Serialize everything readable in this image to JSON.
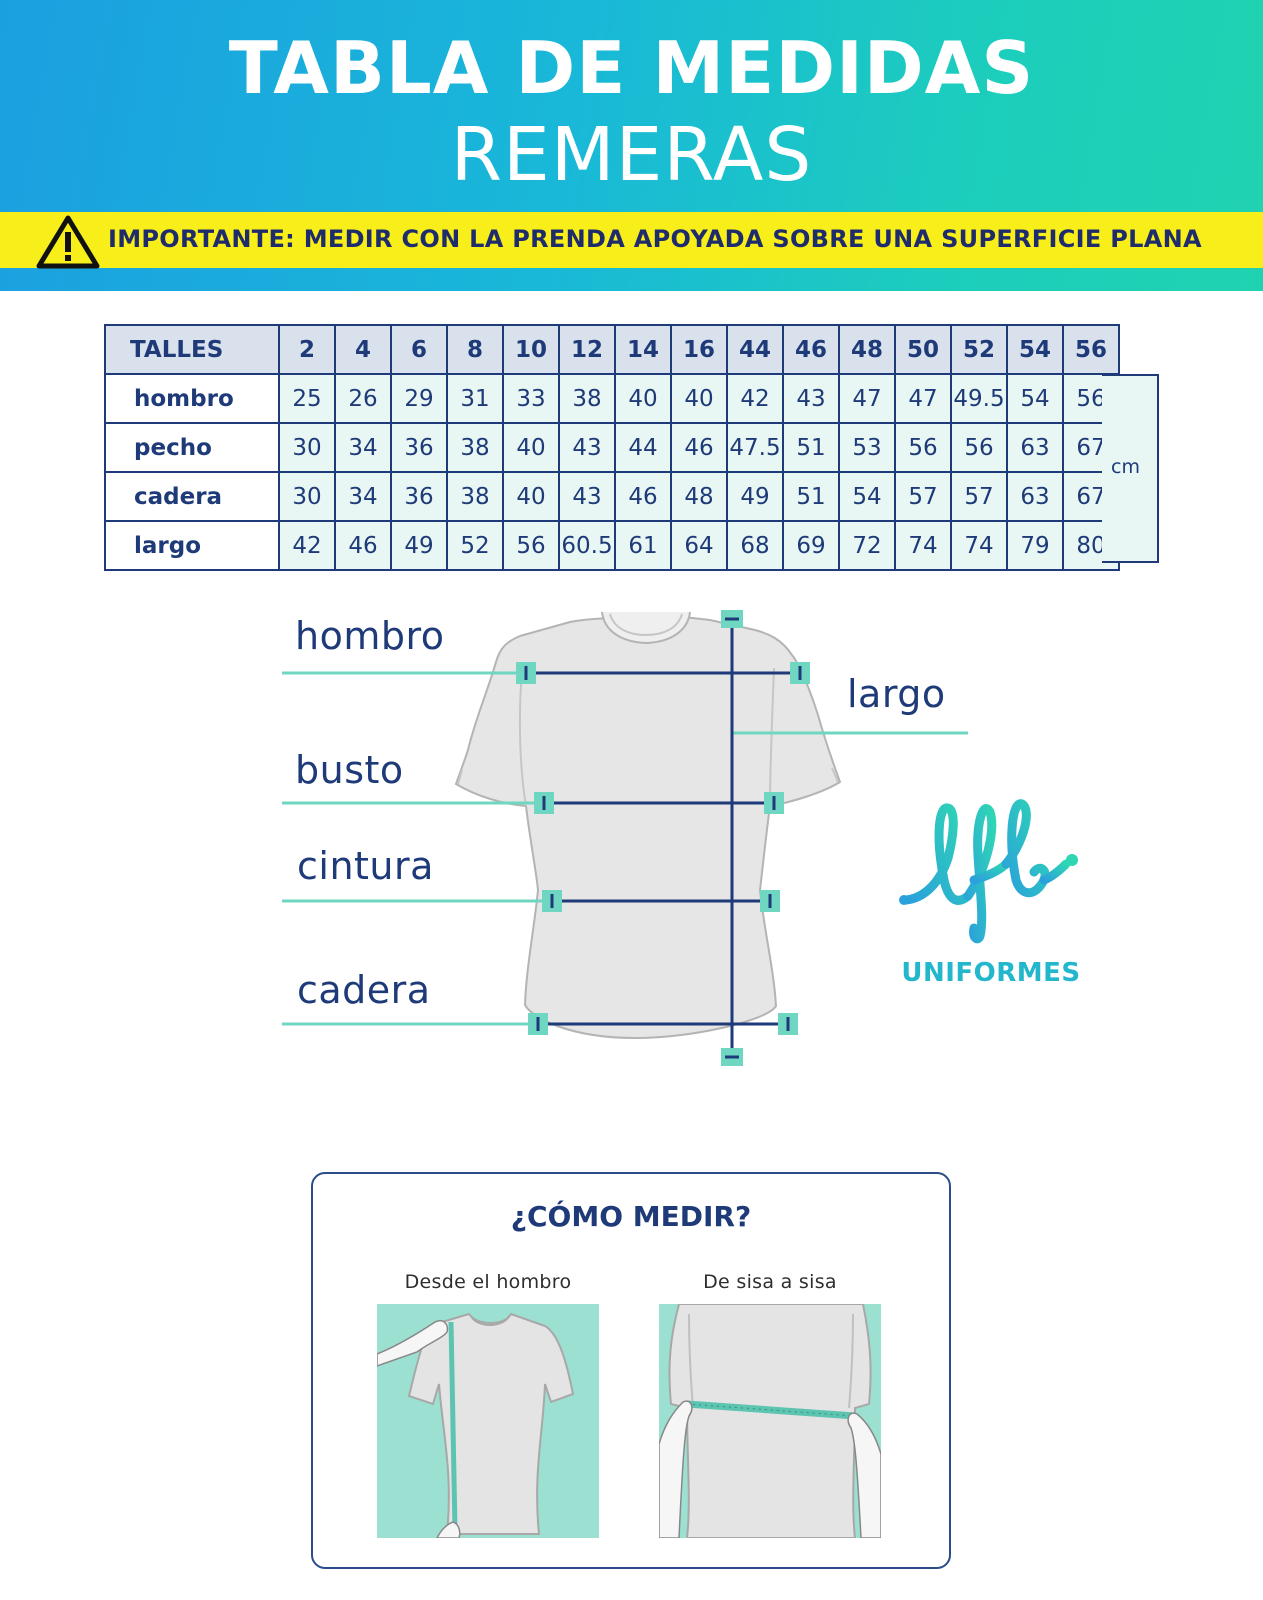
{
  "header": {
    "title_line1": "TABLA DE MEDIDAS",
    "title_line2": "REMERAS",
    "warning": "IMPORTANTE: MEDIR CON LA PRENDA APOYADA SOBRE UNA SUPERFICIE PLANA",
    "warning_icon": "warning-triangle-icon",
    "gradient_start": "#1b9fe0",
    "gradient_end": "#20d3b0",
    "warning_bg": "#f7ee1a"
  },
  "table": {
    "header_label": "TALLES",
    "sizes": [
      "2",
      "4",
      "6",
      "8",
      "10",
      "12",
      "14",
      "16",
      "44",
      "46",
      "48",
      "50",
      "52",
      "54",
      "56"
    ],
    "unit": "cm",
    "rows": [
      {
        "label": "hombro",
        "values": [
          "25",
          "26",
          "29",
          "31",
          "33",
          "38",
          "40",
          "40",
          "42",
          "43",
          "47",
          "47",
          "49.5",
          "54",
          "56"
        ]
      },
      {
        "label": "pecho",
        "values": [
          "30",
          "34",
          "36",
          "38",
          "40",
          "43",
          "44",
          "46",
          "47.5",
          "51",
          "53",
          "56",
          "56",
          "63",
          "67"
        ]
      },
      {
        "label": "cadera",
        "values": [
          "30",
          "34",
          "36",
          "38",
          "40",
          "43",
          "46",
          "48",
          "49",
          "51",
          "54",
          "57",
          "57",
          "63",
          "67"
        ]
      },
      {
        "label": "largo",
        "values": [
          "42",
          "46",
          "49",
          "52",
          "56",
          "60.5",
          "61",
          "64",
          "68",
          "69",
          "72",
          "74",
          "74",
          "79",
          "80"
        ]
      }
    ]
  },
  "diagram": {
    "labels": {
      "hombro": "hombro",
      "largo": "largo",
      "busto": "busto",
      "cintura": "cintura",
      "cadera": "cadera"
    },
    "line_color": "#1e3a78",
    "accent_color": "#6fd6c2"
  },
  "logo": {
    "text": "UNIFORMES",
    "icon": "lfb-script-logo-icon",
    "color": "#22b7cc"
  },
  "howto": {
    "title": "¿CÓMO MEDIR?",
    "left_caption": "Desde el hombro",
    "right_caption": "De sisa a sisa"
  }
}
